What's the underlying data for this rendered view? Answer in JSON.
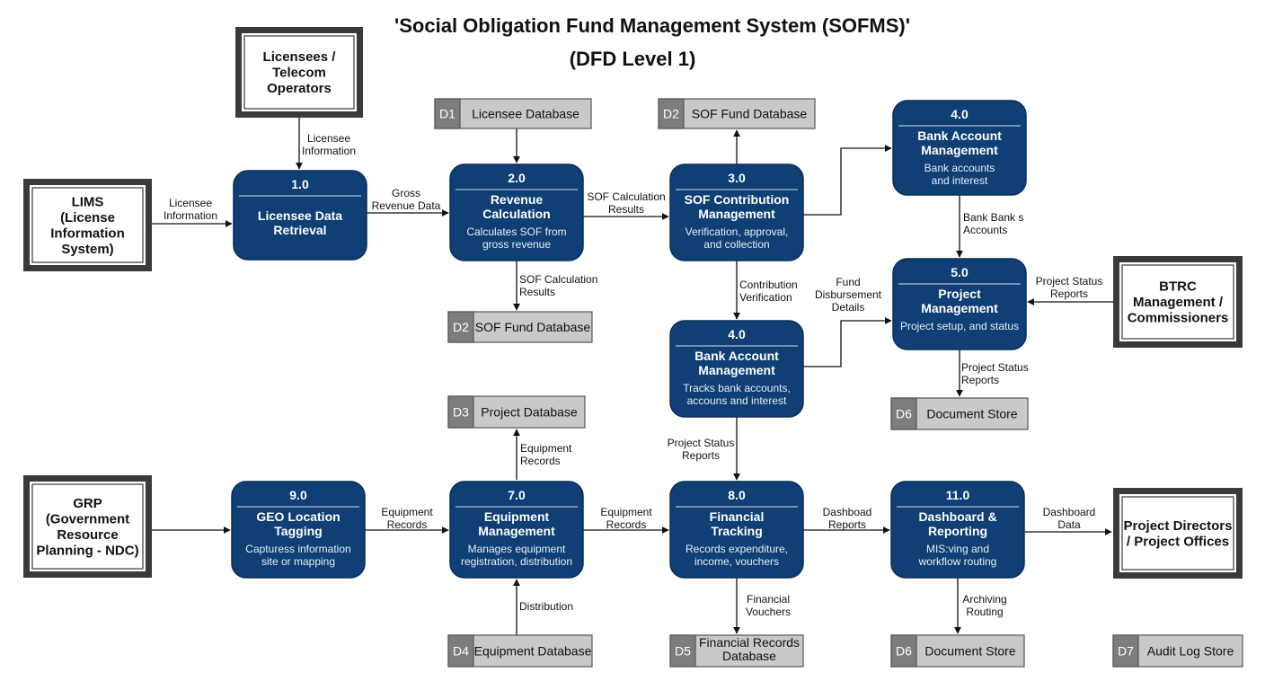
{
  "title": {
    "line1": "'Social Obligation Fund Management System (SOFMS)'",
    "line2": "(DFD Level 1)"
  },
  "processes": {
    "p1": {
      "number": "1.0",
      "name": [
        "Licensee Data",
        "Retrieval"
      ],
      "desc": []
    },
    "p2": {
      "number": "2.0",
      "name": [
        "Revenue",
        "Calculation"
      ],
      "desc": [
        "Calculates SOF from",
        "gross revenue"
      ]
    },
    "p3": {
      "number": "3.0",
      "name": [
        "SOF Contribution",
        "Management"
      ],
      "desc": [
        "Verification, approval,",
        "and collection"
      ]
    },
    "p4a": {
      "number": "4.0",
      "name": [
        "Bank Account",
        "Management"
      ],
      "desc": [
        "Bank accounts",
        "and interest"
      ]
    },
    "p5": {
      "number": "5.0",
      "name": [
        "Project",
        "Management"
      ],
      "desc": [
        "Project setup, and status"
      ]
    },
    "p4b": {
      "number": "4.0",
      "name": [
        "Bank Account",
        "Management"
      ],
      "desc": [
        "Tracks bank accounts,",
        "accouns and interest"
      ]
    },
    "p9": {
      "number": "9.0",
      "name": [
        "GEO Location",
        "Tagging"
      ],
      "desc": [
        "Capturess information",
        "site or mapping"
      ]
    },
    "p7": {
      "number": "7.0",
      "name": [
        "Equipment",
        "Management"
      ],
      "desc": [
        "Manages equipment",
        "registration, distribution"
      ]
    },
    "p8": {
      "number": "8.0",
      "name": [
        "Financial",
        "Tracking"
      ],
      "desc": [
        "Records expenditure,",
        "income, vouchers"
      ]
    },
    "p11": {
      "number": "11.0",
      "name": [
        "Dashboard &",
        "Reporting"
      ],
      "desc": [
        "MIS:ving and",
        "workflow routing"
      ]
    }
  },
  "entities": {
    "licensees": [
      "Licensees /",
      "Telecom",
      "Operators"
    ],
    "lims": [
      "LIMS",
      "(License",
      "Information",
      "System)"
    ],
    "btrc": [
      "BTRC",
      "Management /",
      "Commissioners"
    ],
    "grp": [
      "GRP",
      "(Government",
      "Resource",
      "Planning - NDC)"
    ],
    "directors": [
      "Project Directors",
      "/ Project Offices"
    ]
  },
  "stores": {
    "s_d1": {
      "id": "D1",
      "name": [
        "Licensee Database"
      ]
    },
    "s_d2_top": {
      "id": "D2",
      "name": [
        "SOF Fund Database"
      ]
    },
    "s_d2_mid": {
      "id": "D2",
      "name": [
        "SOF Fund Database"
      ]
    },
    "s_d6_mid": {
      "id": "D6",
      "name": [
        "Document Store"
      ]
    },
    "s_d3": {
      "id": "D3",
      "name": [
        "Project Database"
      ]
    },
    "s_d4": {
      "id": "D4",
      "name": [
        "Equipment Database"
      ]
    },
    "s_d5": {
      "id": "D5",
      "name": [
        "Financial Records",
        "Database"
      ]
    },
    "s_d6_bot": {
      "id": "D6",
      "name": [
        "Document Store"
      ]
    },
    "s_d7": {
      "id": "D7",
      "name": [
        "Audit Log Store"
      ]
    }
  },
  "flows": {
    "f_lic_p1": [
      "Licensee",
      "Information"
    ],
    "f_lims_p1": [
      "Licensee",
      "Information"
    ],
    "f_p1_p2": [
      "Gross",
      "Revenue Data"
    ],
    "f_p2_p3": [
      "SOF Calculation",
      "Results"
    ],
    "f_p2_d2": [
      "SOF Calculation",
      "Results"
    ],
    "f_p3_p4b": [
      "Contribution",
      "Verification"
    ],
    "f_p4a_p5": [
      "Bank Bank s",
      "Accounts"
    ],
    "f_p4b_p5": [
      "Fund",
      "Disbursement",
      "Details"
    ],
    "f_btrc_p5": [
      "Project Status",
      "Reports"
    ],
    "f_p5_d6": [
      "Project Status",
      "Reports"
    ],
    "f_p4b_p8": [
      "Project Status",
      "Reports"
    ],
    "f_p7_d3": [
      "Equipment",
      "Records"
    ],
    "f_p9_p7": [
      "Equipment",
      "Records"
    ],
    "f_p7_p8": [
      "Equipment",
      "Records"
    ],
    "f_p8_p11": [
      "Dashboad",
      "Reports"
    ],
    "f_p11_dir": [
      "Dashboard",
      "Data"
    ],
    "f_d4_p7": [
      "Distribution"
    ],
    "f_p8_d5": [
      "Financial",
      "Vouchers"
    ],
    "f_p11_d6": [
      "Archiving",
      "Routing"
    ]
  }
}
